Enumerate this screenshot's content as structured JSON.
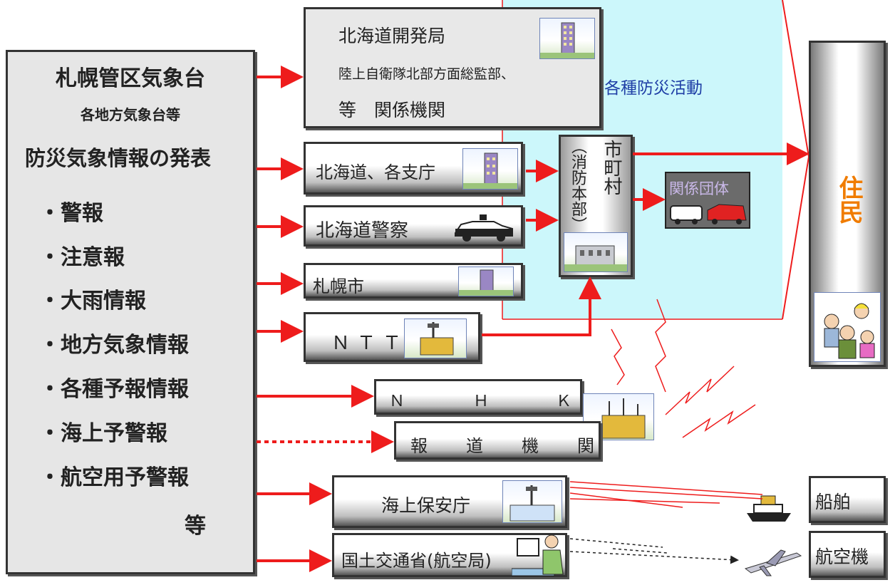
{
  "source": {
    "title": "札幌管区気象台",
    "subtitle": "各地方気象台等",
    "heading": "防災気象情報の発表",
    "items": [
      "・警報",
      "・注意報",
      "・大雨情報",
      "・地方気象情報",
      "・各種予報情報",
      "・海上予警報",
      "・航空用予警報"
    ],
    "etc": "等"
  },
  "agencies": {
    "kaihatsu_line1": "北海道開発局",
    "kaihatsu_line2": "陸上自衛隊北部方面総監部、",
    "kaihatsu_line3": "等　関係機関",
    "hokkaido": "北海道、各支庁",
    "police": "北海道警察",
    "sapporo": "札幌市",
    "ntt": "ＮＴＴ",
    "nhk": [
      "Ｎ",
      "Ｈ",
      "Ｋ"
    ],
    "media": [
      "報",
      "道",
      "機",
      "関"
    ],
    "coastguard": "海上保安庁",
    "mlit": "国土交通省(航空局)"
  },
  "municipality": {
    "name": "市町村",
    "sub": "（消防本部）"
  },
  "related_groups": "関係団体",
  "activity_label": "各種防災活動",
  "residents": "住民",
  "ship": "船舶",
  "aircraft": "航空機",
  "colors": {
    "arrow": "#ee1c1c",
    "activity_area": "#ccf7fb",
    "residents_text": "#f07c00",
    "activity_text": "#1f3fa6"
  }
}
